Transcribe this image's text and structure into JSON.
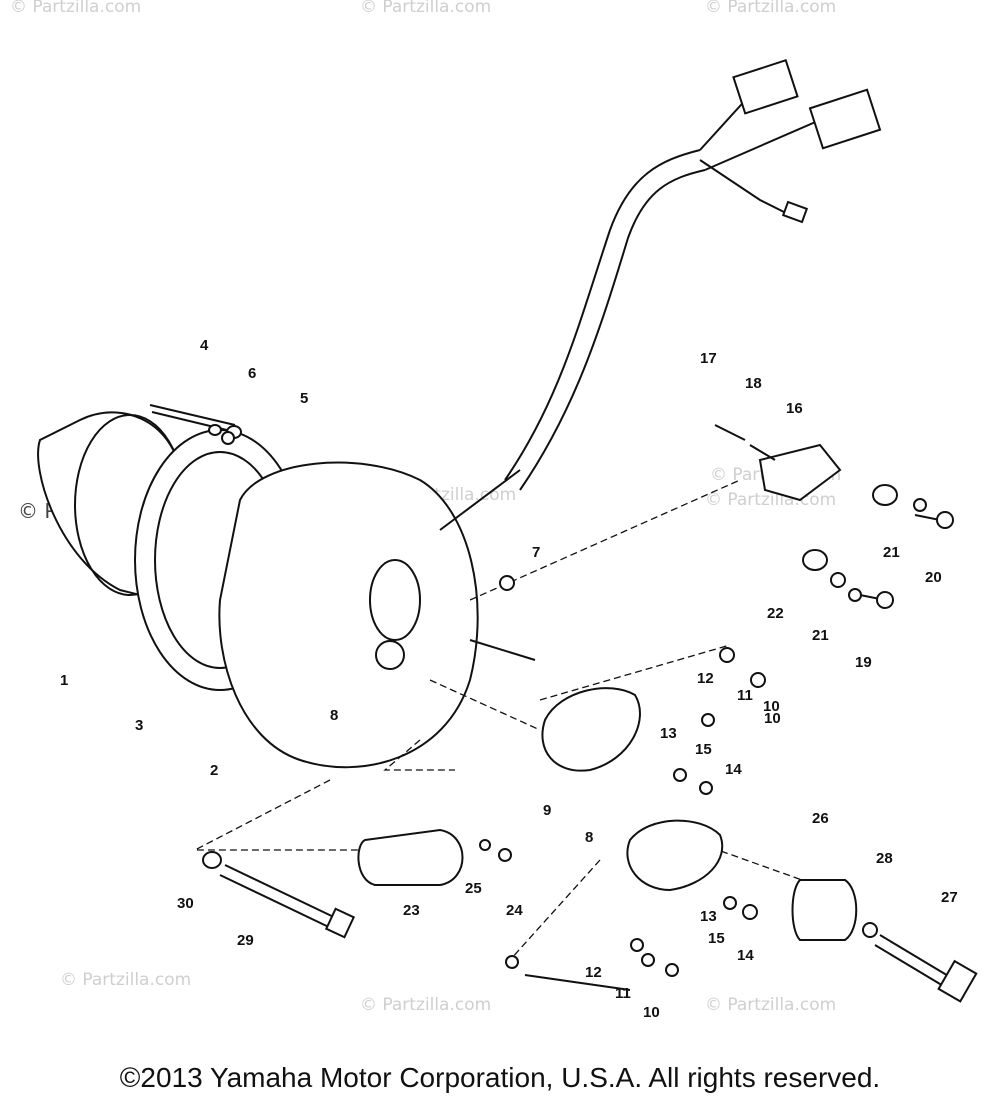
{
  "callouts": [
    "1",
    "2",
    "3",
    "4",
    "5",
    "6",
    "7",
    "8",
    "9",
    "10",
    "10",
    "10",
    "11",
    "11",
    "12",
    "12",
    "13",
    "13",
    "14",
    "14",
    "15",
    "15",
    "16",
    "17",
    "18",
    "19",
    "20",
    "21",
    "21",
    "22",
    "23",
    "24",
    "25",
    "26",
    "27",
    "28",
    "29",
    "30",
    "8"
  ],
  "watermark_small": "© Partzilla.com",
  "watermark_large": "© Partzilla.com",
  "copyright": "©2013 Yamaha Motor Corporation, U.S.A. All rights reserved."
}
